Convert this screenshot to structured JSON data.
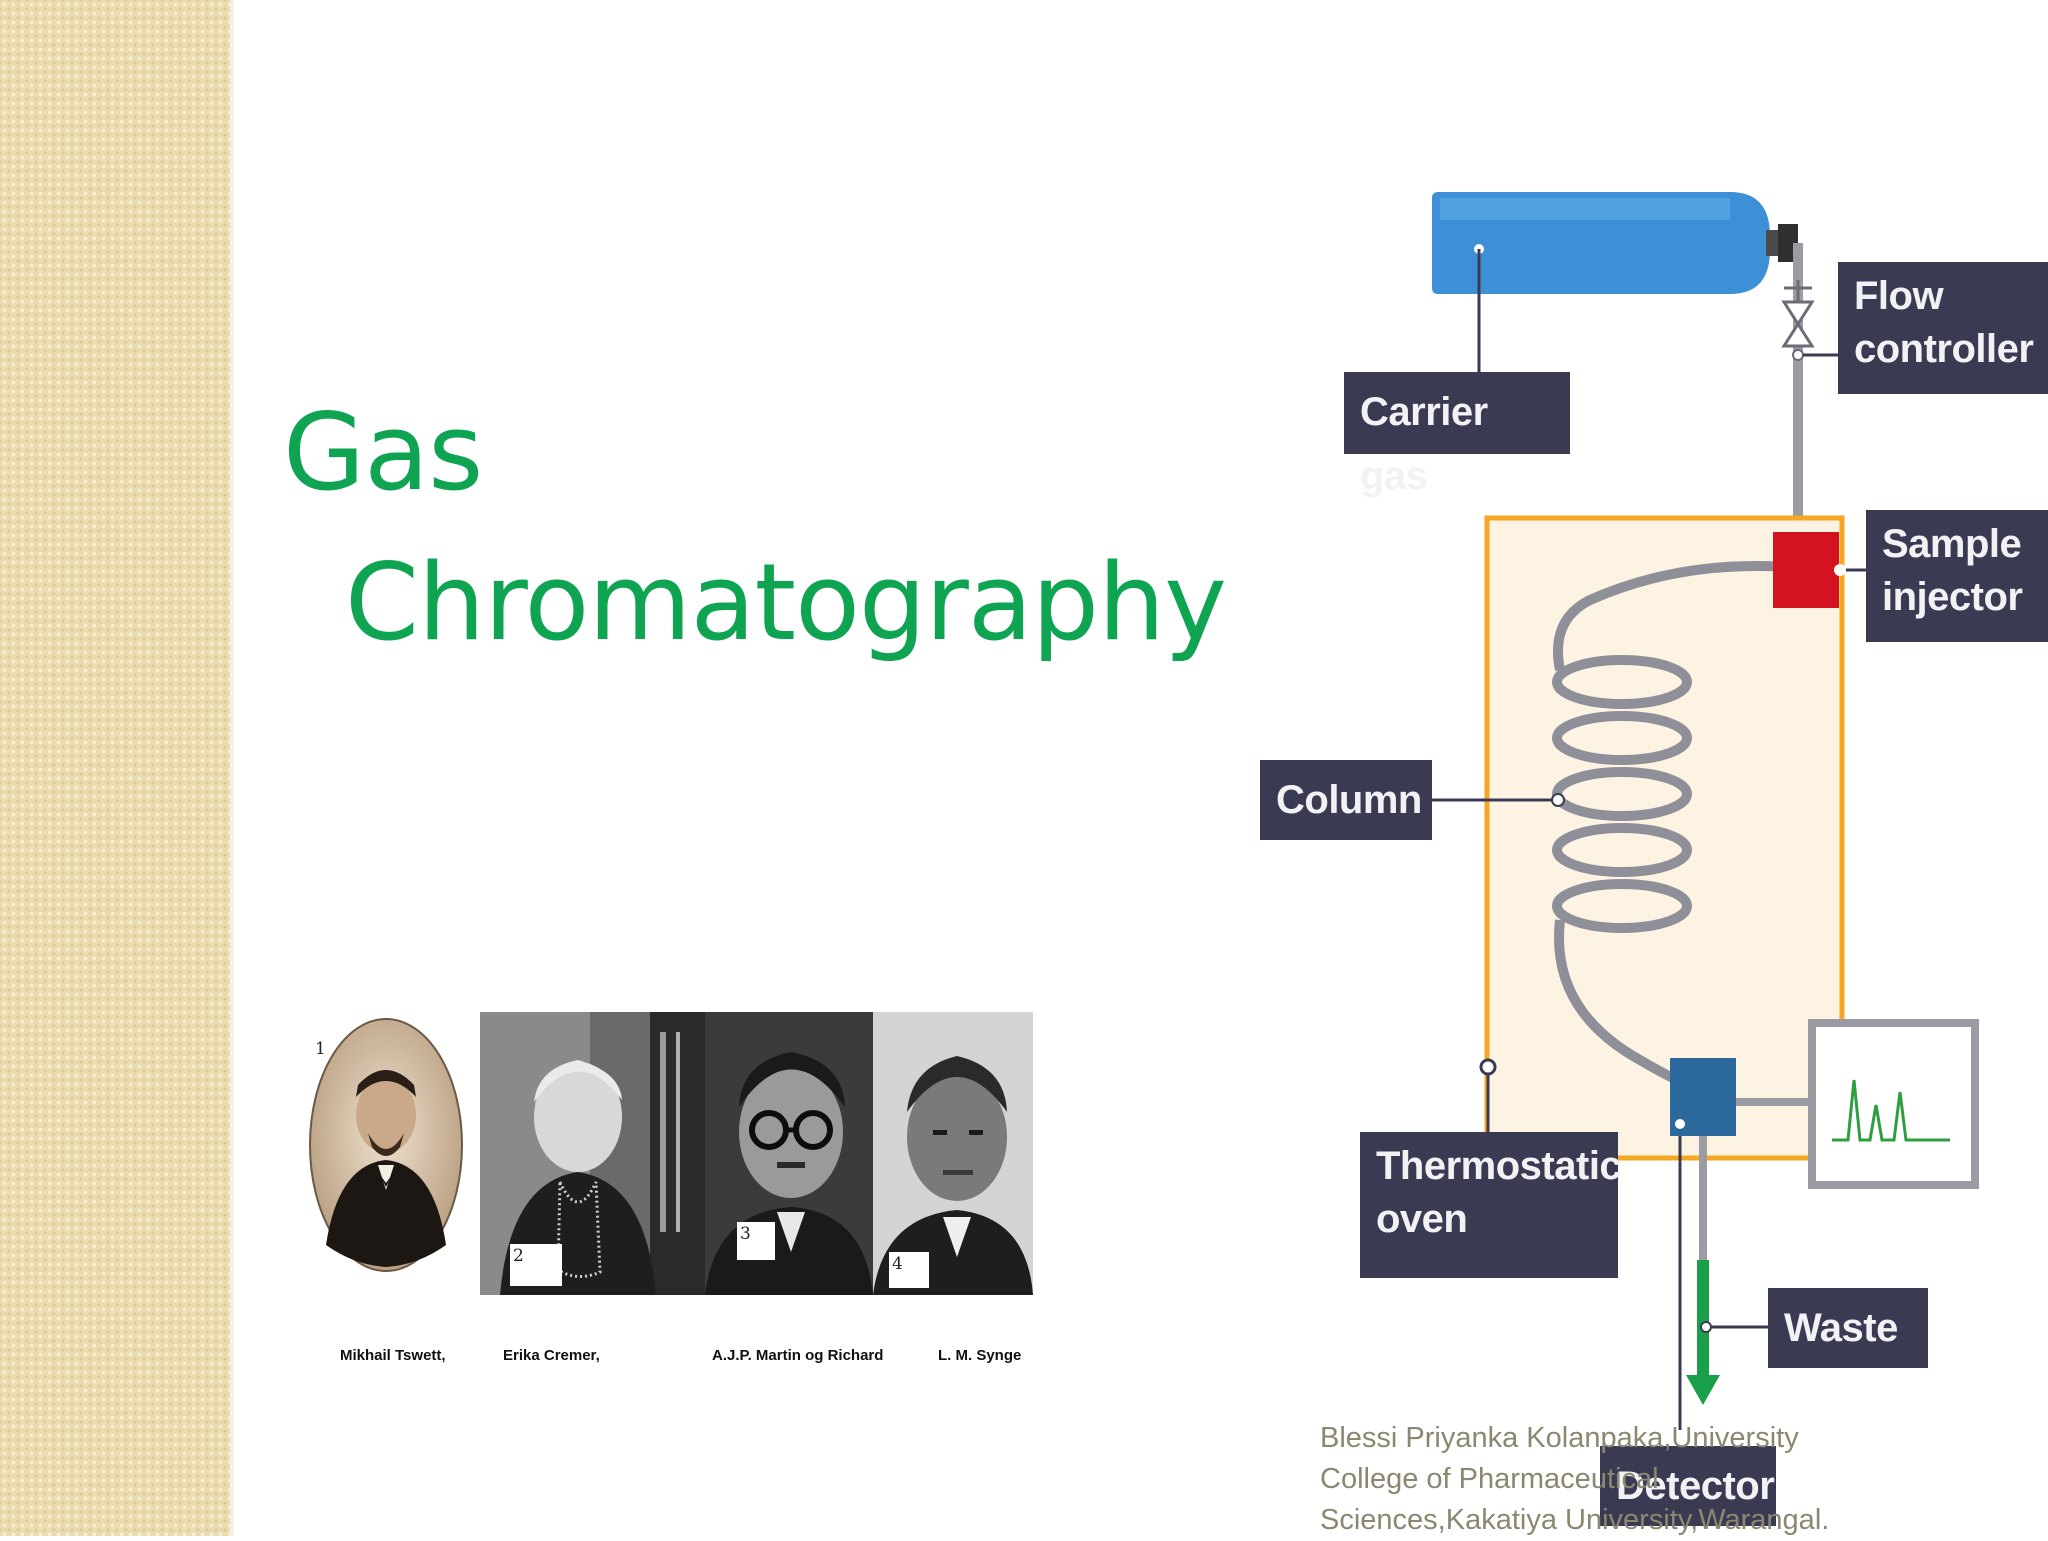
{
  "slide": {
    "title_line1": "Gas",
    "title_line2": "Chromatography"
  },
  "portraits": [
    {
      "number": "1",
      "caption": "Mikhail Tswett,"
    },
    {
      "number": "2",
      "caption": "Erika Cremer,"
    },
    {
      "number": "3",
      "caption": "A.J.P. Martin og Richard"
    },
    {
      "number": "4",
      "caption": "L. M. Synge"
    }
  ],
  "diagram": {
    "labels": {
      "carrier_gas": "Carrier gas",
      "flow_controller": "Flow controller",
      "sample_injector": "Sample injector",
      "column": "Column",
      "thermostatic_oven": "Thermostatic oven",
      "waste": "Waste",
      "detector": "Detector"
    },
    "colors": {
      "cylinder": "#3d8fd6",
      "label_bg": "#3a3b52",
      "oven_border": "#f5a623",
      "oven_fill": "#fdf3e2",
      "injector": "#d3131f",
      "detector": "#2c6a9e",
      "waste_arrow": "#1a9f4a",
      "signal_line": "#2f9e3f"
    }
  },
  "credit": {
    "text": "Blessi Priyanka Kolanpaka,University College of Pharmaceutical Sciences,Kakatiya University,Warangal."
  },
  "theme": {
    "title_color": "#0fa452",
    "sidebar_color": "#eadcae"
  }
}
